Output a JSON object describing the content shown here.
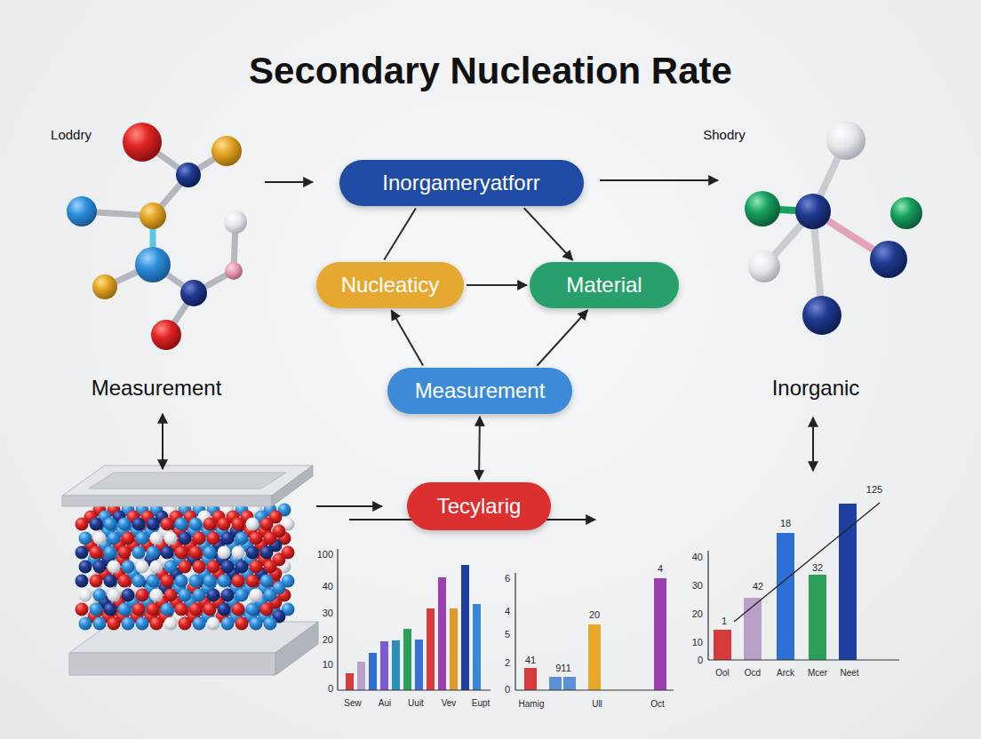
{
  "diagram": {
    "title": "Secondary Nucleation Rate",
    "nodes": [
      {
        "text": [
          "Inorgameryatforr"
        ]
      },
      {
        "text": [
          "Nucleaticy"
        ]
      },
      {
        "text": [
          "Material"
        ]
      },
      {
        "text": [
          "Measurement"
        ]
      },
      {
        "text": [
          "Tecylarig"
        ]
      }
    ],
    "edges": [
      {
        "from": 0,
        "to": 1,
        "arrow": "none"
      },
      {
        "from": 0,
        "to": 2,
        "arrow": "to"
      },
      {
        "from": 1,
        "to": 2,
        "arrow": "to"
      },
      {
        "from": 3,
        "to": 1,
        "arrow": "to"
      },
      {
        "from": 3,
        "to": 2,
        "arrow": "to"
      },
      {
        "from": 3,
        "to": 4,
        "arrow": "both"
      }
    ],
    "labels": [
      "Loddry",
      "Shodry",
      "Measurement",
      "Inorganic",
      "100",
      "40",
      "30",
      "20",
      "10",
      "0",
      "Sew",
      "Aui",
      "Uuit",
      "Vev",
      "Eupt",
      "41",
      "911",
      "20",
      "4",
      "6",
      "4",
      "5",
      "2",
      "0",
      "Hamig",
      "Ull",
      "Oct",
      "1",
      "42",
      "18",
      "32",
      "125",
      "40",
      "30",
      "20",
      "10",
      "0",
      "Ool",
      "Ocd",
      "Arck",
      "Mcer",
      "Neet"
    ]
  }
}
